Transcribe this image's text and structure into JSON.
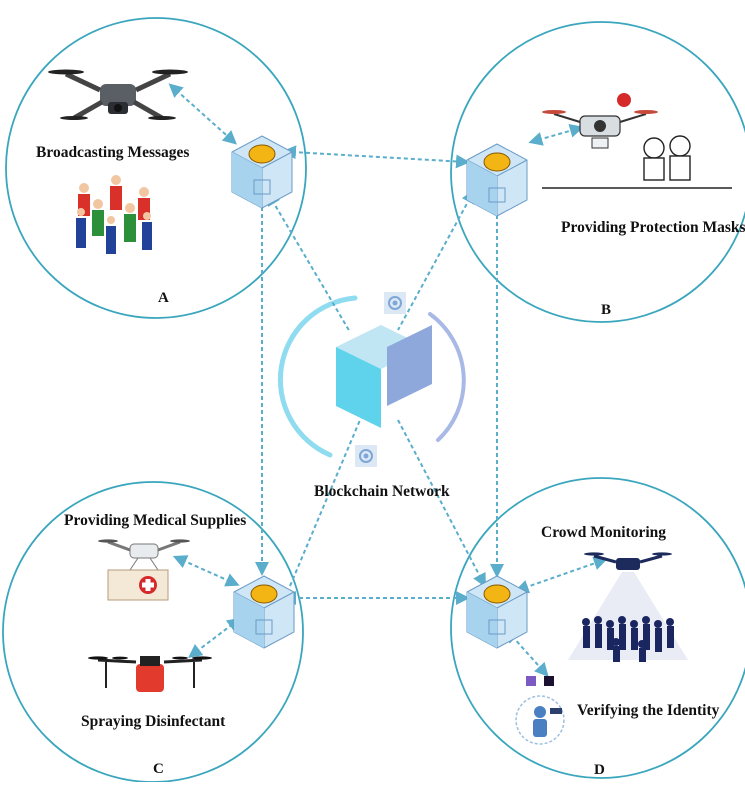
{
  "clusters": [
    {
      "letter": "A",
      "services": [
        "Broadcasting Messages"
      ]
    },
    {
      "letter": "B",
      "services": [
        "Providing Protection Masks"
      ]
    },
    {
      "letter": "C",
      "services": [
        "Providing Medical Supplies",
        "Spraying Disinfectant"
      ]
    },
    {
      "letter": "D",
      "services": [
        "Crowd Monitoring",
        "Verifying the Identity"
      ]
    }
  ],
  "center": {
    "label": "Blockchain Network"
  },
  "colors": {
    "circle_stroke": "#3aa6bd",
    "arrow": "#5aaecb",
    "cube_top": "#bfe6f2",
    "cube_left": "#5fd2ec",
    "cube_right": "#8fa8dc",
    "node_cube": "#a8d3ee",
    "coin": "#f2b514"
  },
  "icons": [
    "drone-icon",
    "crowd-icon",
    "mask-drone-icon",
    "medical-drone-icon",
    "sprayer-drone-icon",
    "surveillance-drone-icon",
    "identity-scan-icon",
    "blockchain-node-icon",
    "blockchain-cube-icon"
  ]
}
